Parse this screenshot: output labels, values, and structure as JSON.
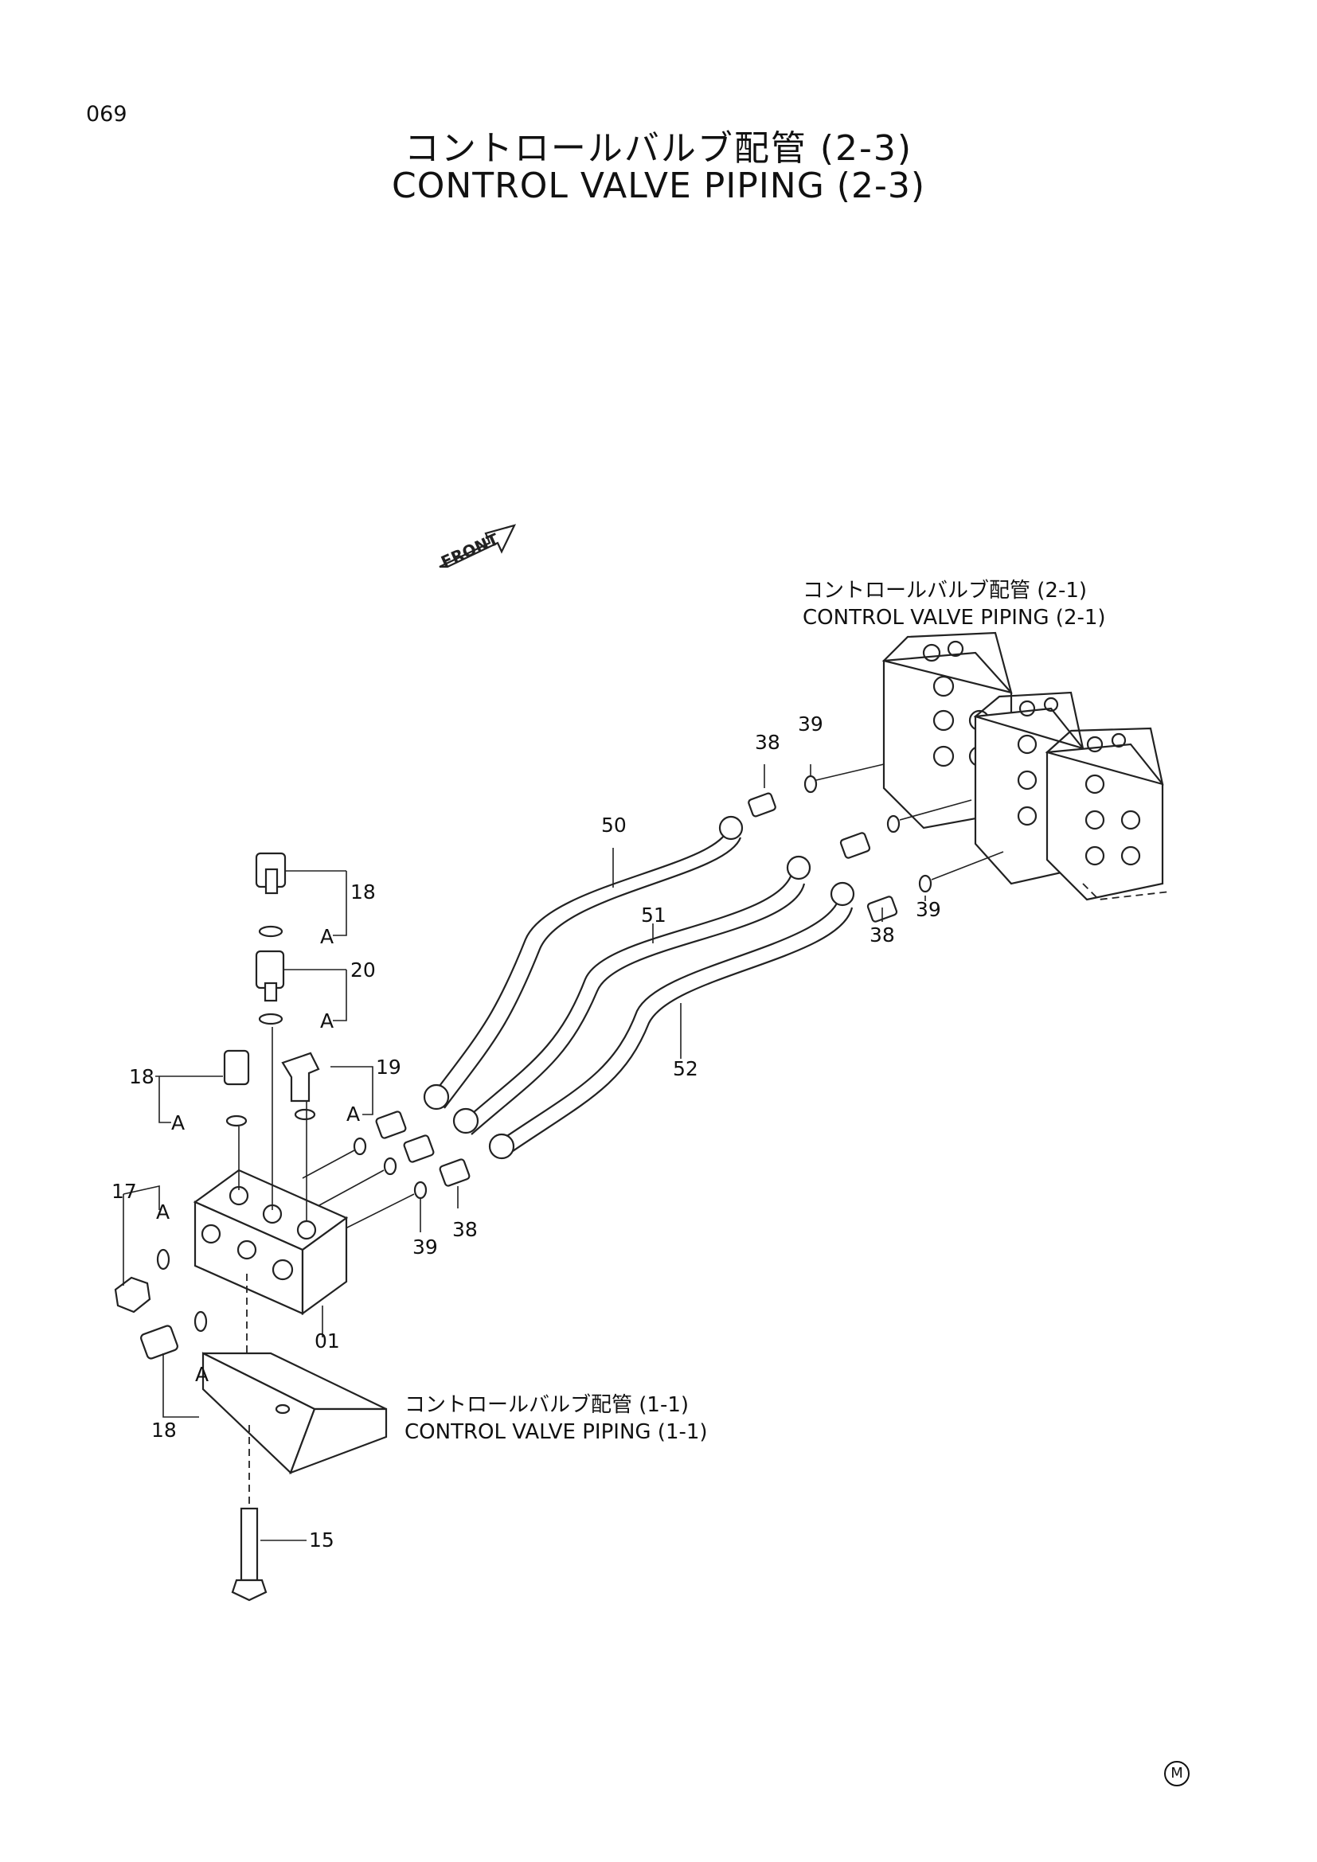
{
  "page_number": "069",
  "title": {
    "japanese": "コントロールバルブ配管 (2-3)",
    "english": "CONTROL VALVE PIPING (2-3)"
  },
  "front_label": "FRONT",
  "references": [
    {
      "japanese": "コントロールバルブ配管 (2-1)",
      "english": "CONTROL VALVE PIPING (2-1)"
    },
    {
      "japanese": "コントロールバルブ配管 (1-1)",
      "english": "CONTROL VALVE PIPING (1-1)"
    }
  ],
  "part_callouts": [
    "18",
    "20",
    "18",
    "19",
    "17",
    "18",
    "01",
    "15",
    "38",
    "39",
    "50",
    "51",
    "52",
    "38",
    "39",
    "38",
    "39"
  ],
  "port_marker": "A",
  "bottom_mark": "M"
}
